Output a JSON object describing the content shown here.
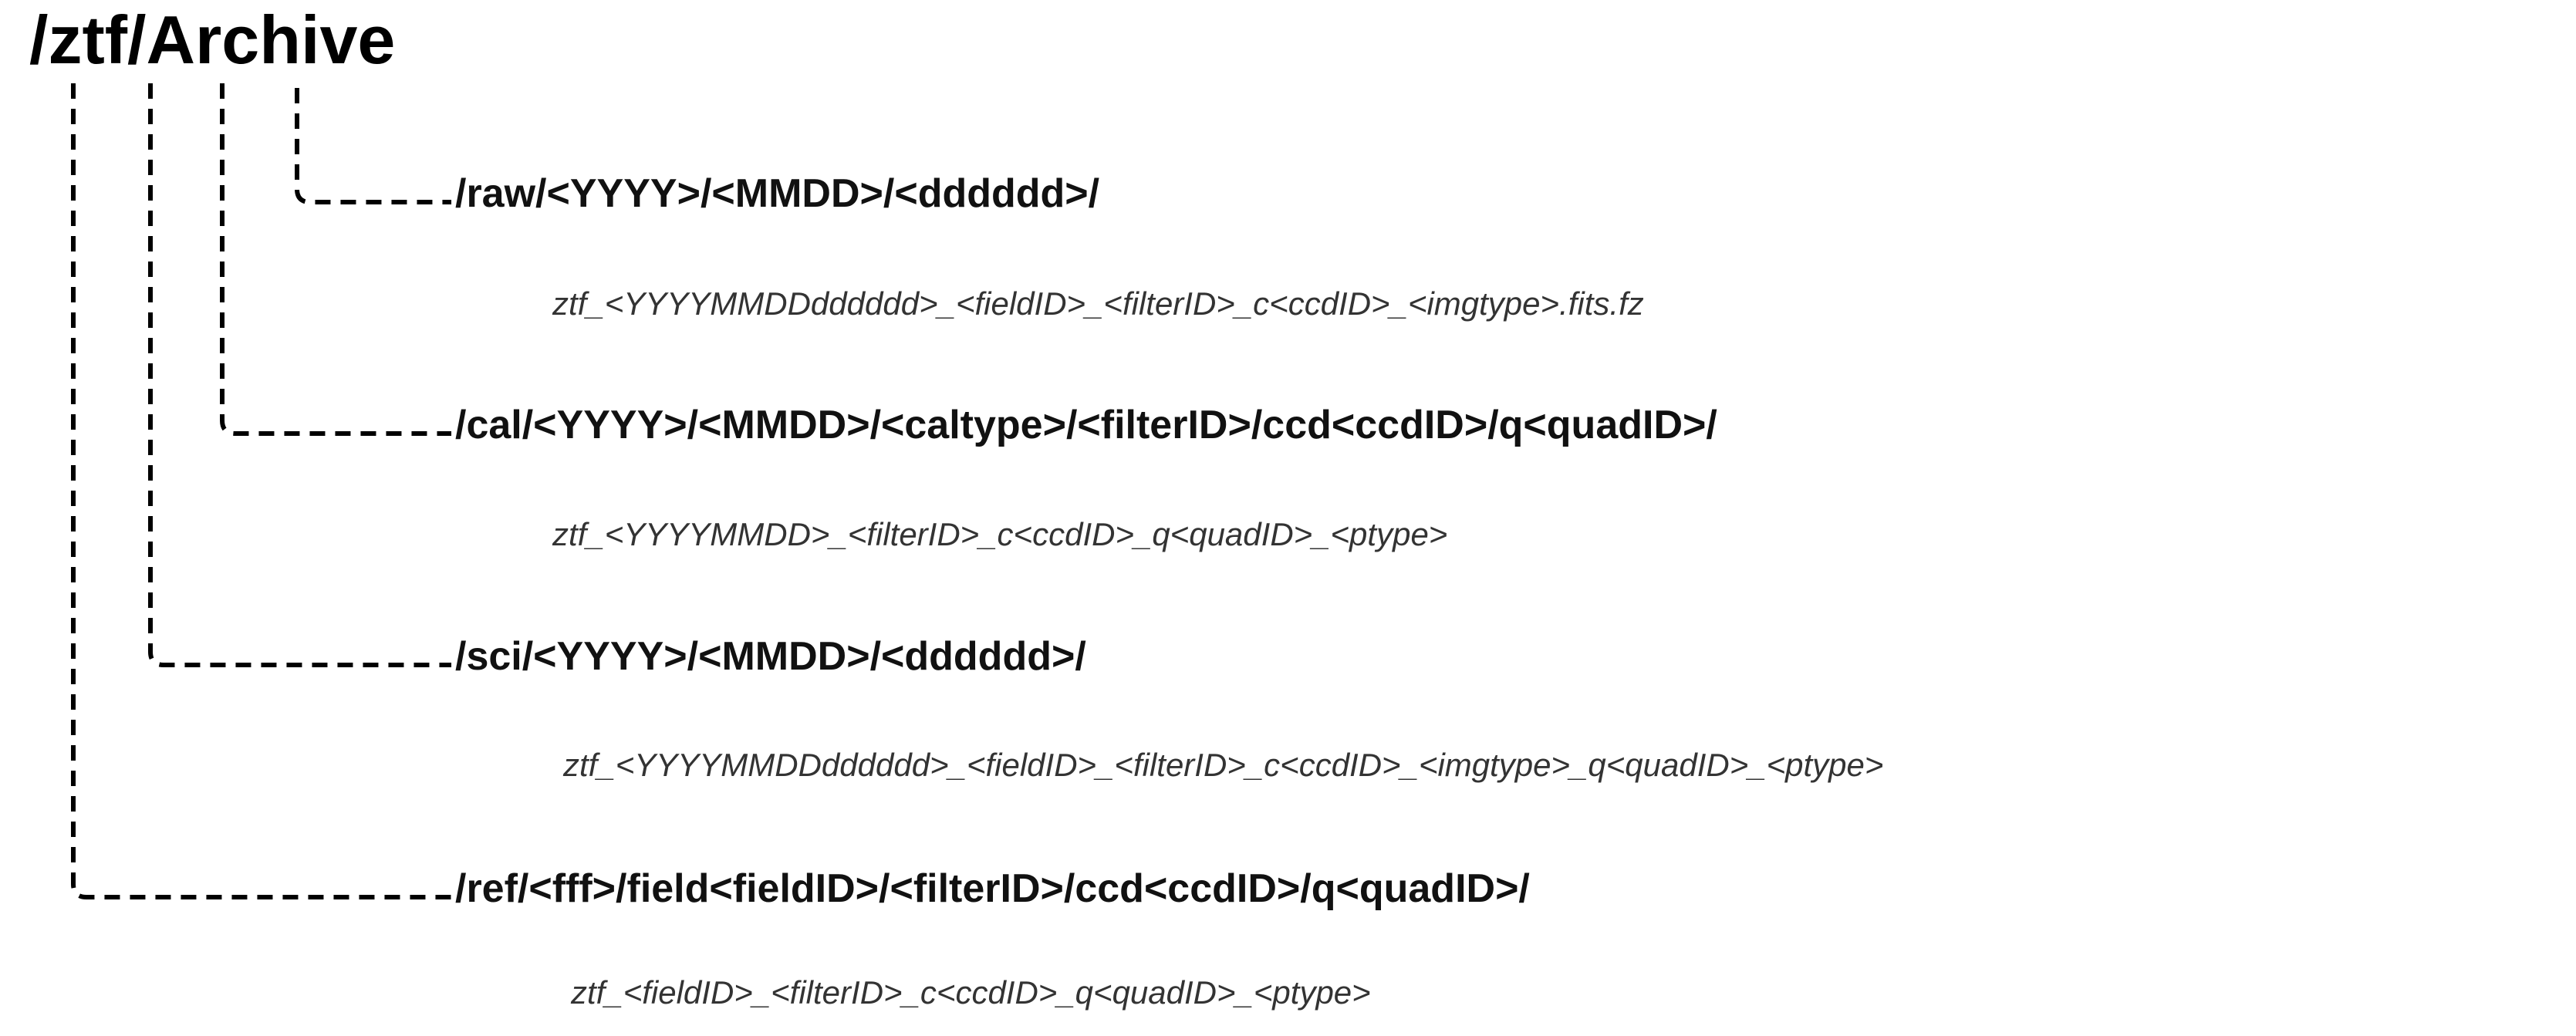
{
  "root": {
    "title": "/ztf/Archive"
  },
  "branches": [
    {
      "path": "/raw/<YYYY>/<MMDD>/<dddddd>/",
      "file_pattern": "ztf_<YYYYMMDDdddddd>_<fieldID>_<filterID>_c<ccdID>_<imgtype>.fits.fz"
    },
    {
      "path": "/cal/<YYYY>/<MMDD>/<caltype>/<filterID>/ccd<ccdID>/q<quadID>/",
      "file_pattern": "ztf_<YYYYMMDD>_<filterID>_c<ccdID>_q<quadID>_<ptype>"
    },
    {
      "path": "/sci/<YYYY>/<MMDD>/<dddddd>/",
      "file_pattern": "ztf_<YYYYMMDDdddddd>_<fieldID>_<filterID>_c<ccdID>_<imgtype>_q<quadID>_<ptype>"
    },
    {
      "path": "/ref/<fff>/field<fieldID>/<filterID>/ccd<ccdID>/q<quadID>/",
      "file_pattern": "ztf_<fieldID>_<filterID>_c<ccdID>_q<quadID>_<ptype>"
    }
  ],
  "style": {
    "line_color": "#000000"
  }
}
